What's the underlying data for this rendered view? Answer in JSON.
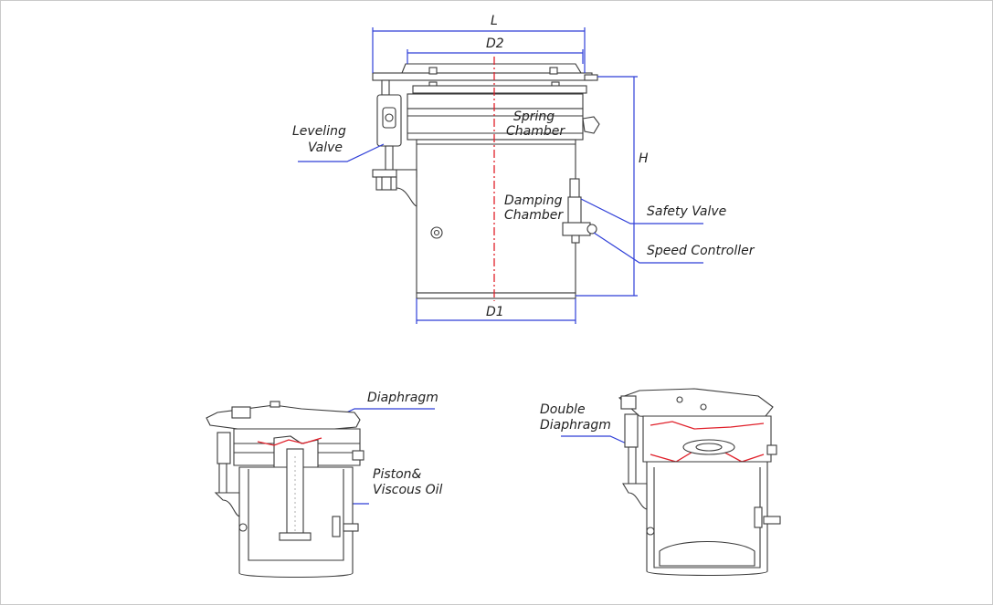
{
  "labels": {
    "L": "L",
    "D2": "D2",
    "D1": "D1",
    "H": "H",
    "leveling_1": "Leveling",
    "leveling_2": "Valve",
    "spring_1": "Spring",
    "spring_2": "Chamber",
    "damping_1": "Damping",
    "damping_2": "Chamber",
    "safety": "Safety Valve",
    "speed": "Speed Controller",
    "diaphragm": "Diaphragm",
    "piston_1": "Piston&",
    "piston_2": "Viscous Oil",
    "double_1": "Double",
    "double_2": "Diaphragm"
  },
  "colors": {
    "dimension_line": "#2f3fd8",
    "center_line": "#e0202a",
    "diaphragm": "#e0202a",
    "outline": "#3a3a3a"
  }
}
